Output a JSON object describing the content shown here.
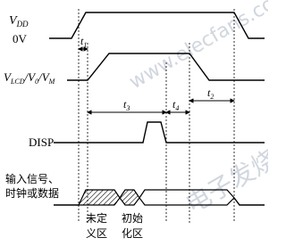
{
  "signals": {
    "vdd": {
      "name": "V",
      "sub": "DD",
      "level": "0V"
    },
    "vlcd": {
      "v1": "V",
      "s1": "LCD",
      "v2": "V",
      "s2": "0",
      "v3": "V",
      "s3": "M"
    },
    "disp": {
      "name": "DISP"
    },
    "input": {
      "line1": "输入信号、",
      "line2": "时钟或数据"
    }
  },
  "timing": {
    "t1": {
      "t": "t",
      "sub": "1"
    },
    "t2": {
      "t": "t",
      "sub": "2"
    },
    "t3": {
      "t": "t",
      "sub": "3"
    },
    "t4": {
      "t": "t",
      "sub": "4"
    }
  },
  "regions": {
    "undefined_line1": "未定",
    "undefined_line2": "义区",
    "init_line1": "初始",
    "init_line2": "化区"
  },
  "watermark": {
    "site": "www.elecfans.com",
    "cn": "电子发烧友"
  }
}
